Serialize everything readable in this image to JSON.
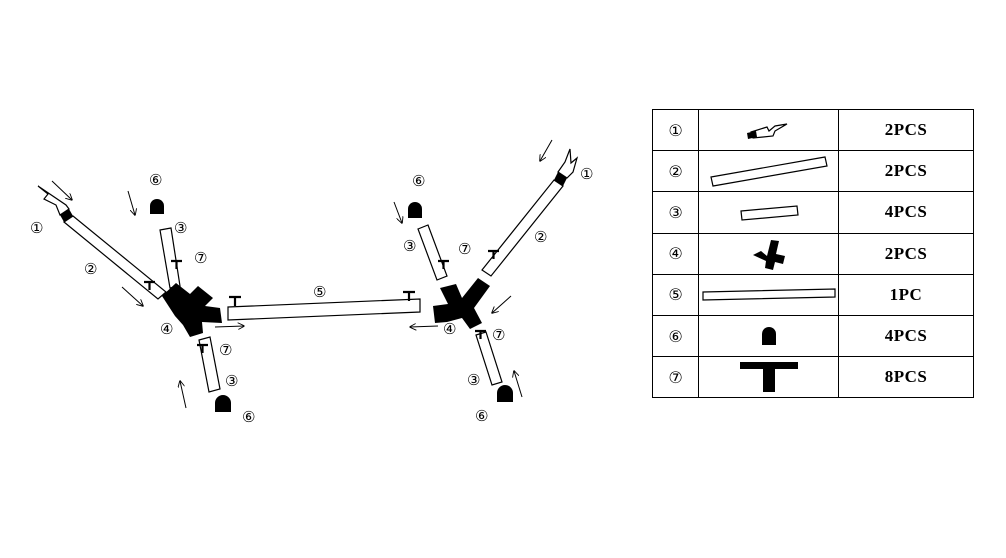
{
  "diagram": {
    "callouts": {
      "left_1": "①",
      "left_2": "②",
      "left_3a": "③",
      "left_7a": "⑦",
      "left_4": "④",
      "left_7b": "⑦",
      "left_3b": "③",
      "left_6a": "⑥",
      "left_6b": "⑥",
      "middle_5": "⑤",
      "right_1": "①",
      "right_2": "②",
      "right_3a": "③",
      "right_7a": "⑦",
      "right_6a": "⑥",
      "right_4": "④",
      "right_7b": "⑦",
      "right_3b": "③",
      "right_6b": "⑥"
    }
  },
  "parts_table": {
    "rows": [
      {
        "num": "①",
        "part": "pipe-end-piece",
        "qty": "2PCS"
      },
      {
        "num": "②",
        "part": "long-tube",
        "qty": "2PCS"
      },
      {
        "num": "③",
        "part": "short-tube",
        "qty": "4PCS"
      },
      {
        "num": "④",
        "part": "y-connector",
        "qty": "2PCS"
      },
      {
        "num": "⑤",
        "part": "center-bar",
        "qty": "1PC"
      },
      {
        "num": "⑥",
        "part": "end-cap",
        "qty": "4PCS"
      },
      {
        "num": "⑦",
        "part": "t-clip",
        "qty": "8PCS"
      }
    ]
  }
}
